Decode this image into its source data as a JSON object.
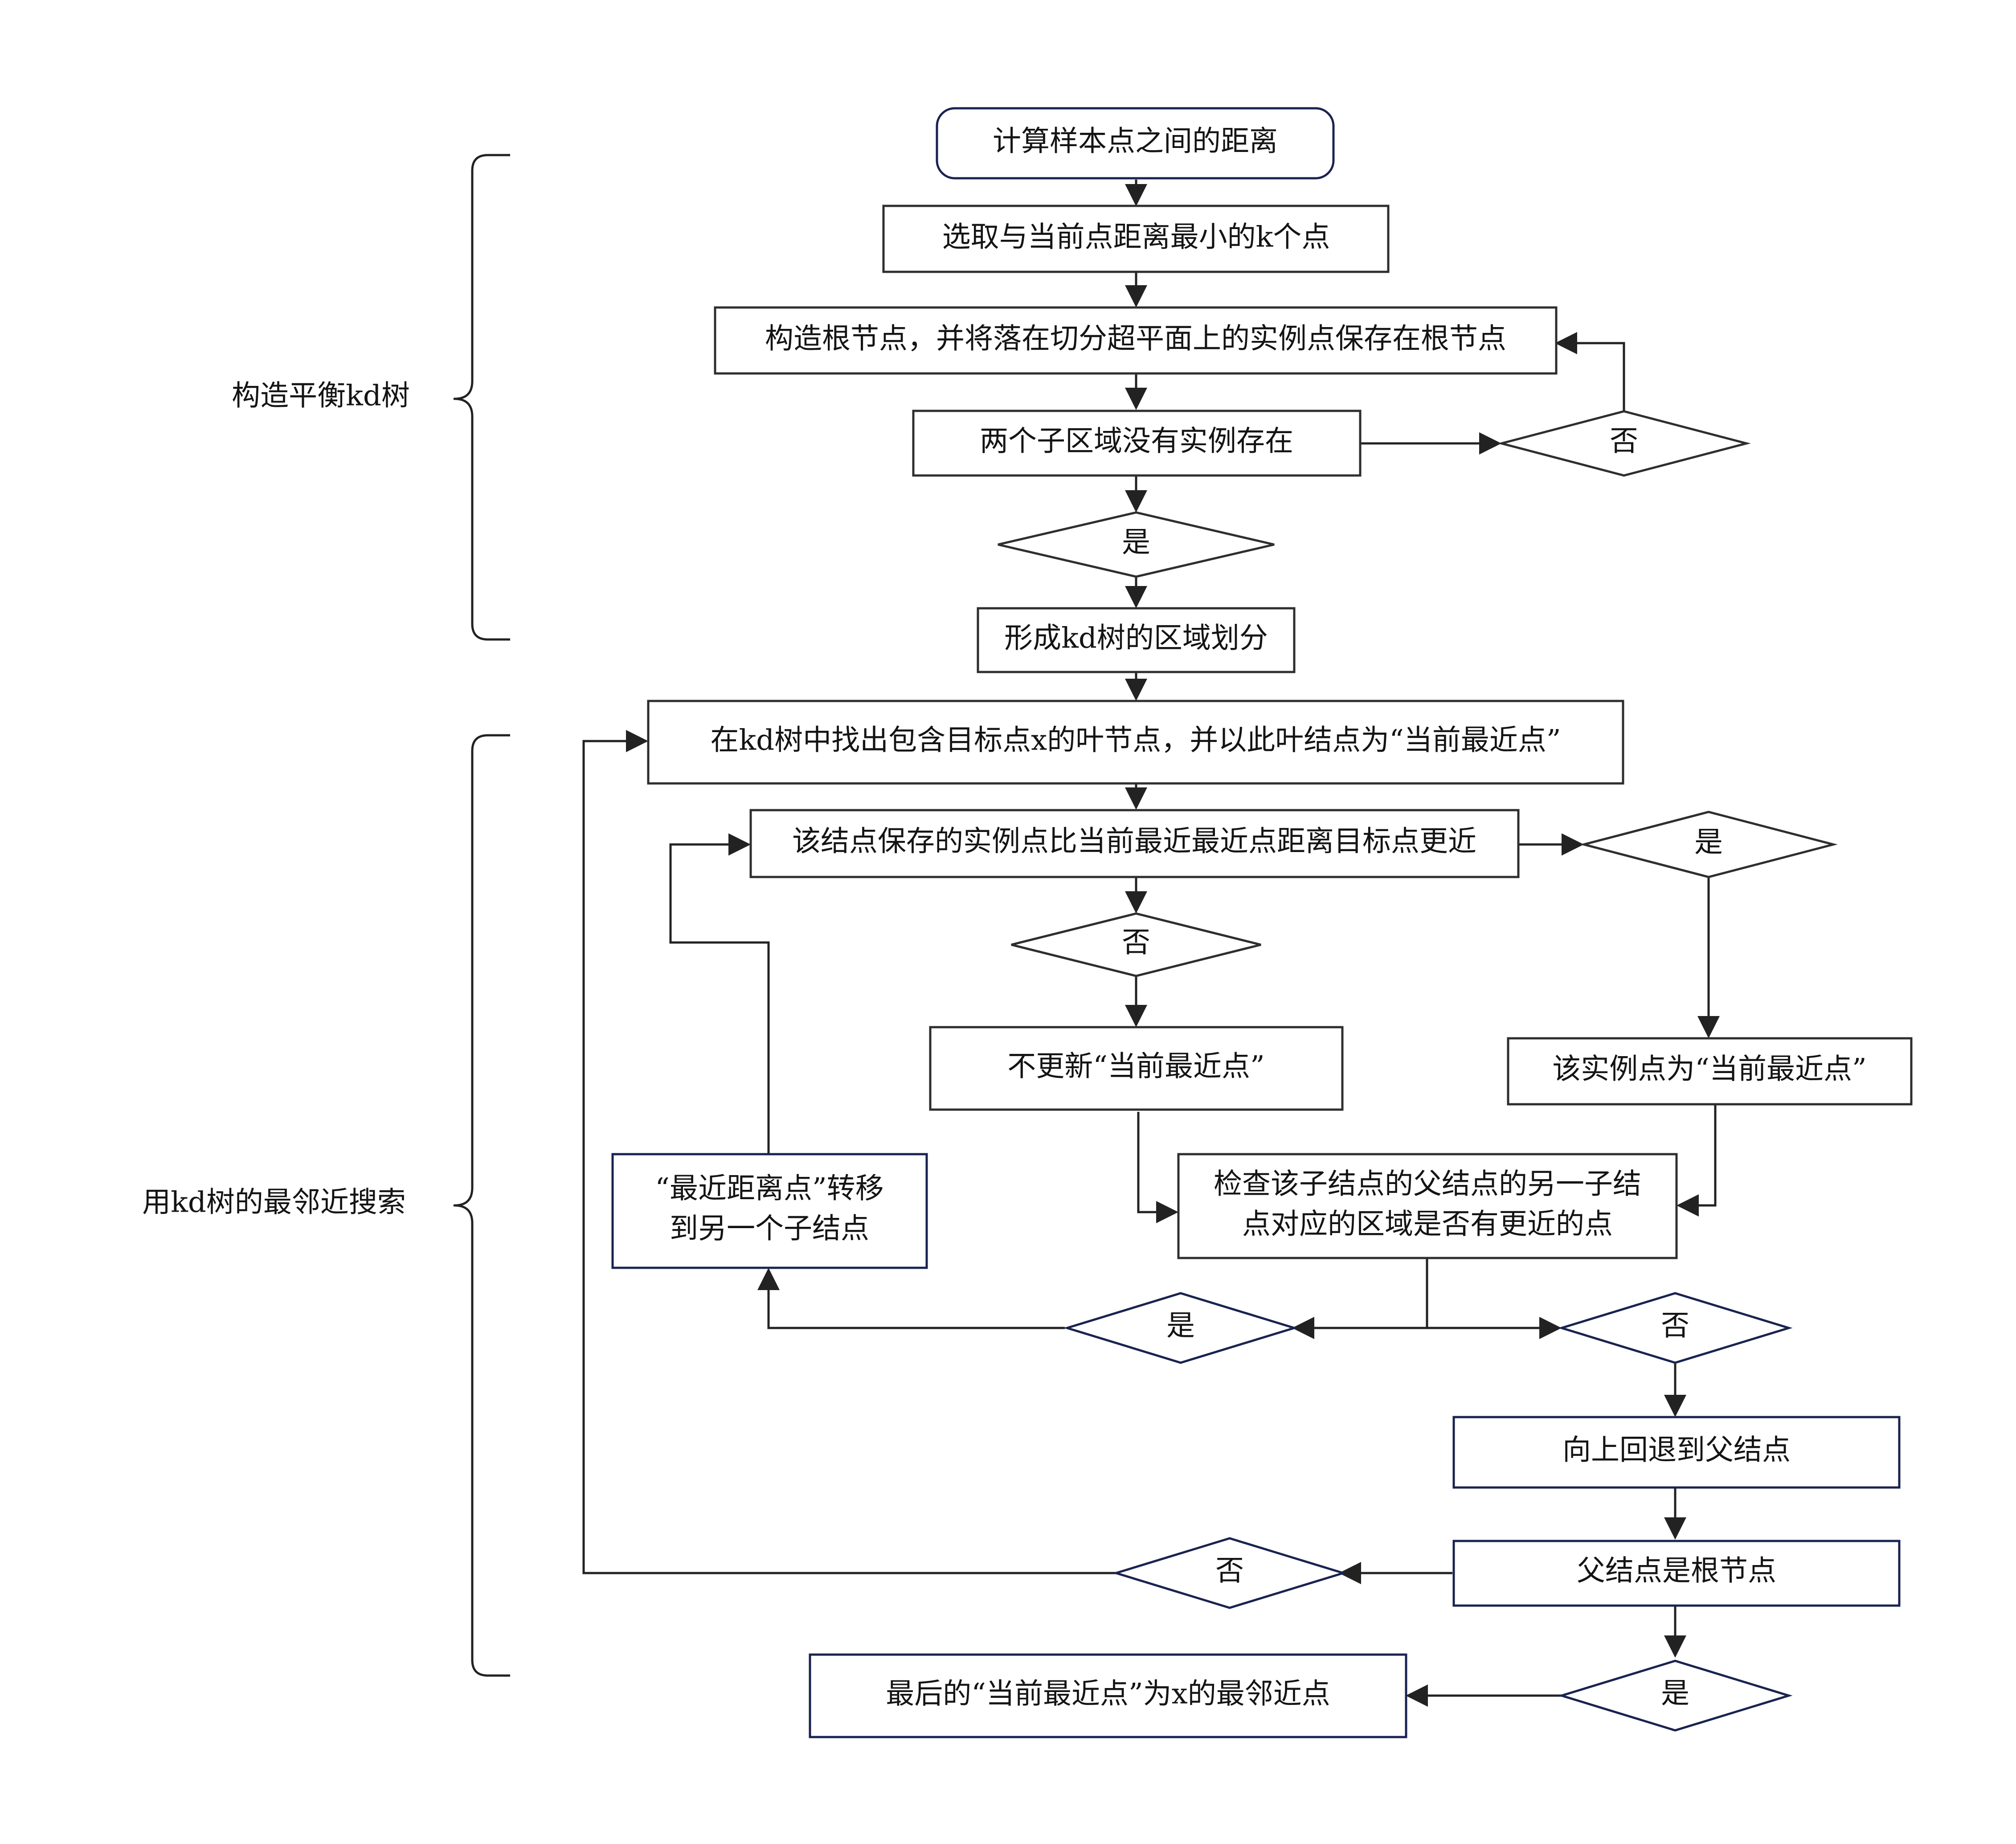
{
  "colors": {
    "stroke": "#2e2e2e",
    "navy": "#1a2350",
    "text": "#141414"
  },
  "sections": {
    "build": "构造平衡kd树",
    "search": "用kd树的最邻近搜索"
  },
  "nodes": {
    "start": "计算样本点之间的距离",
    "select_k": "选取与当前点距离最小的k个点",
    "root": "构造根节点，并将落在切分超平面上的实例点保存在根节点",
    "two_regions": "两个子区域没有实例存在",
    "d1_no": "否",
    "d1_yes": "是",
    "partition": "形成kd树的区域划分",
    "find_leaf": "在kd树中找出包含目标点x的叶节点，并以此叶结点为“当前最近点”",
    "compare": "该结点保存的实例点比当前最近最近点距离目标点更近",
    "d2_yes": "是",
    "d2_no": "否",
    "no_update": "不更新“当前最近点”",
    "set_current": "该实例点为“当前最近点”",
    "check_sibling_1": "检查该子结点的父结点的另一子结",
    "check_sibling_2": "点对应的区域是否有更近的点",
    "move_1": "“最近距离点”转移",
    "move_2": "到另一个子结点",
    "d3_yes": "是",
    "d3_no": "否",
    "back_parent": "向上回退到父结点",
    "is_root": "父结点是根节点",
    "d4_no": "否",
    "d4_yes": "是",
    "final": "最后的“当前最近点”为x的最邻近点"
  }
}
